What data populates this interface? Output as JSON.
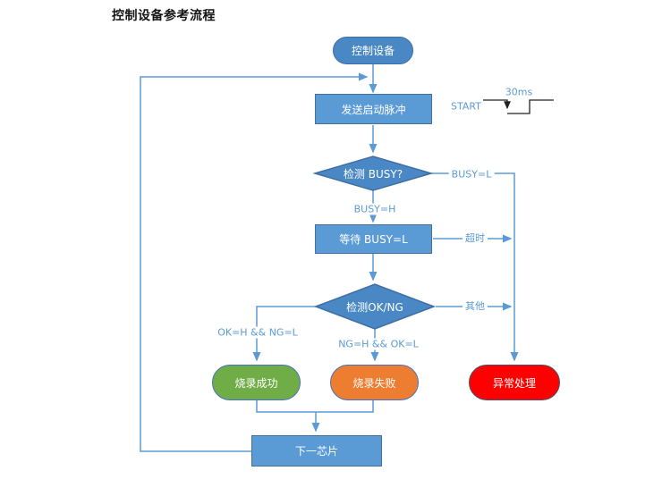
{
  "title": "控制设备参考流程",
  "flowchart": {
    "nodes": {
      "start": "控制设备",
      "send_pulse": "发送启动脉冲",
      "check_busy": "检测 BUSY?",
      "wait_busy": "等待 BUSY=L",
      "check_okng": "检测OK/NG",
      "burn_success": "烧录成功",
      "burn_fail": "烧录失败",
      "exception": "异常处理",
      "next_chip": "下一芯片"
    },
    "edge_labels": {
      "busy_l": "BUSY=L",
      "busy_h": "BUSY=H",
      "timeout": "超时",
      "other": "其他",
      "ok_branch": "OK=H && NG=L",
      "ng_branch": "NG=H && OK=L"
    }
  },
  "waveform": {
    "signal_label": "START",
    "pulse_width_label": "30ms"
  },
  "colors": {
    "process_fill": "#5B9BD5",
    "process_border": "#41719C",
    "terminal_fill": "#4A88C5",
    "diamond_fill": "#4A88C5",
    "success_fill": "#70AD47",
    "fail_fill": "#ED7D31",
    "exception_fill": "#FF0000",
    "connector": "#5B9BD5",
    "edge_label_text": "#5B9BD5",
    "waveform_line": "#222222"
  }
}
